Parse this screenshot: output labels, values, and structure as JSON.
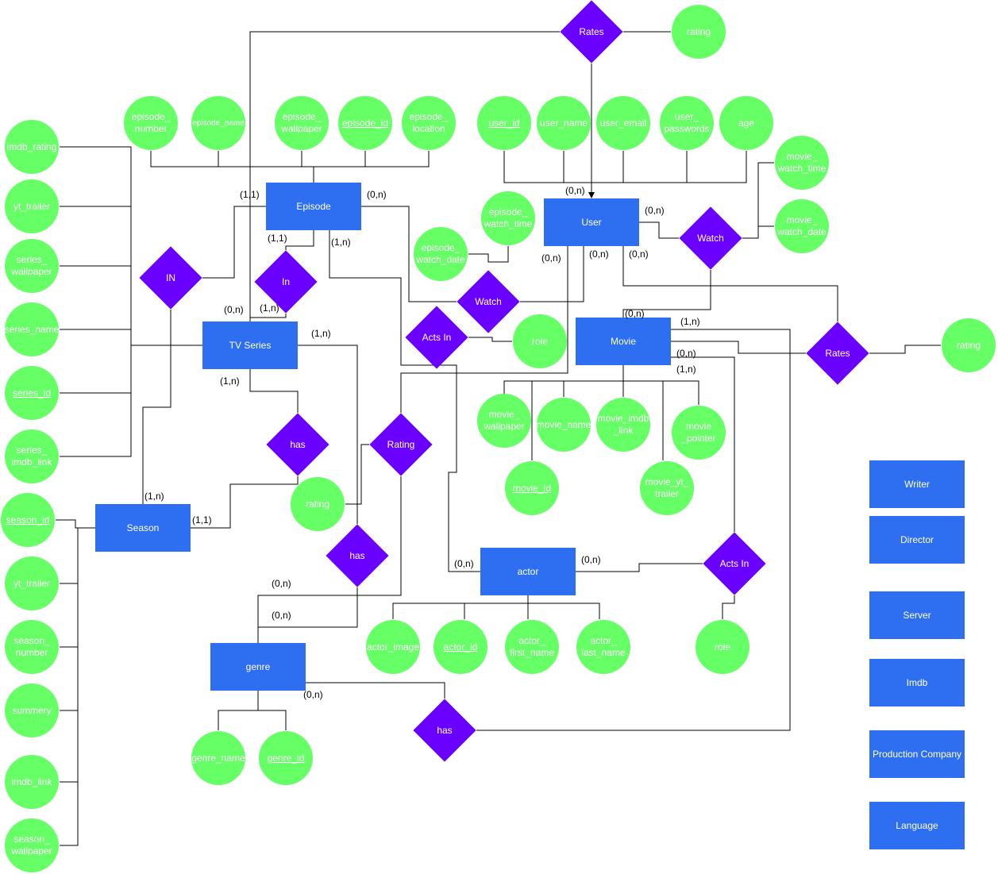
{
  "entities": {
    "episode": "Episode",
    "user": "User",
    "tv_series": "TV Series",
    "movie": "Movie",
    "season": "Season",
    "actor": "actor",
    "genre": "genre",
    "writer": "Writer",
    "director": "Director",
    "server": "Server",
    "imdb": "Imdb",
    "production_company": "Production Company",
    "language": "Language"
  },
  "relationships": {
    "rates_top": "Rates",
    "rates_movie": "Rates",
    "watch_user_movie": "Watch",
    "watch_episode": "Watch",
    "in_episode_season": "IN",
    "in_episode_series": "In",
    "acts_in_episode": "Acts In",
    "acts_in_movie": "Acts In",
    "has_series_season": "has",
    "rating_genre": "Rating",
    "has_genre_series": "has",
    "has_genre_movie": "has"
  },
  "attributes": {
    "rating_top": "rating",
    "episode_number": "episode_\nnumber",
    "episode_name": "episode_name",
    "episode_wallpaper": "episode_\nwallpaper",
    "episode_id": "episode_id",
    "episode_location": "episode_\nlocation",
    "user_id": "user_id",
    "user_name": "user_name",
    "user_email": "user_email",
    "user_passwords": "user_\npasswords",
    "age": "age",
    "movie_watch_time": "movie_\nwatch_time",
    "movie_watch_date": "movie_\nwatch_date",
    "episode_watch_time": "episode_\nwatch_time",
    "episode_watch_date": "episode_\nwatch_date",
    "role_episode": "role",
    "rating_movie": "rating",
    "imdb_rating": "imdb_rating",
    "yt_trailer_series": "yt_trailer",
    "series_wallpaper": "series_\nwallpaper",
    "series_name": "series_name",
    "series_id": "series_id",
    "series_imdb_link": "series_\nimdb_link",
    "movie_wallpaper": "movie_\nwallpaper",
    "movie_name": "movie_name",
    "movie_imdb_link": "movie_imdb\n_link",
    "movie_pointer": "movie\n_pointer",
    "movie_id": "movie_id",
    "movie_yt_trailer": "movie_yt_\ntrailer",
    "rating_genre": "rating",
    "season_id": "season_id",
    "yt_trailer_season": "yt_trailer",
    "season_number": "season_\nnumber",
    "summery": "summery",
    "imdb_link": "imdb_link",
    "season_wallpaper": "season_\nwallpaper",
    "actor_image": "actor_image",
    "actor_id": "actor_id",
    "actor_first_name": "actor_\nfirst_name",
    "actor_last_name": "actor_\nlast_name",
    "role_movie": "role",
    "genre_name": "genre_name",
    "genre_id": "genre_id"
  },
  "cardinalities": {
    "c_episode_11": "(1,1)",
    "c_episode_0n": "(0,n)",
    "c_episode_in_11": "(1,1)",
    "c_episode_1n": "(1,n)",
    "c_user_top": "(0,n)",
    "c_user_right": "(0,n)",
    "c_user_bl": "(0,n)",
    "c_user_bm": "(0,n)",
    "c_user_br": "(0,n)",
    "c_series_0n": "(0,n)",
    "c_series_in_1n": "(1,n)",
    "c_series_right_1n": "(1,n)",
    "c_series_bottom_1n": "(1,n)",
    "c_movie_top_0n": "(0,n)",
    "c_movie_right_1n": "(1,n)",
    "c_movie_right_0n": "(0,n)",
    "c_movie_right_1n_b": "(1,n)",
    "c_season_top_1n": "(1,n)",
    "c_season_right_11": "(1,1)",
    "c_genre_0n_a": "(0,n)",
    "c_genre_0n_b": "(0,n)",
    "c_genre_0n_c": "(0,n)",
    "c_actor_left_0n": "(0,n)",
    "c_actor_right_0n": "(0,n)"
  },
  "colors": {
    "entity": "#2e6ff2",
    "attribute": "#66ff66",
    "relationship": "#6a00ff",
    "line": "#000000"
  }
}
